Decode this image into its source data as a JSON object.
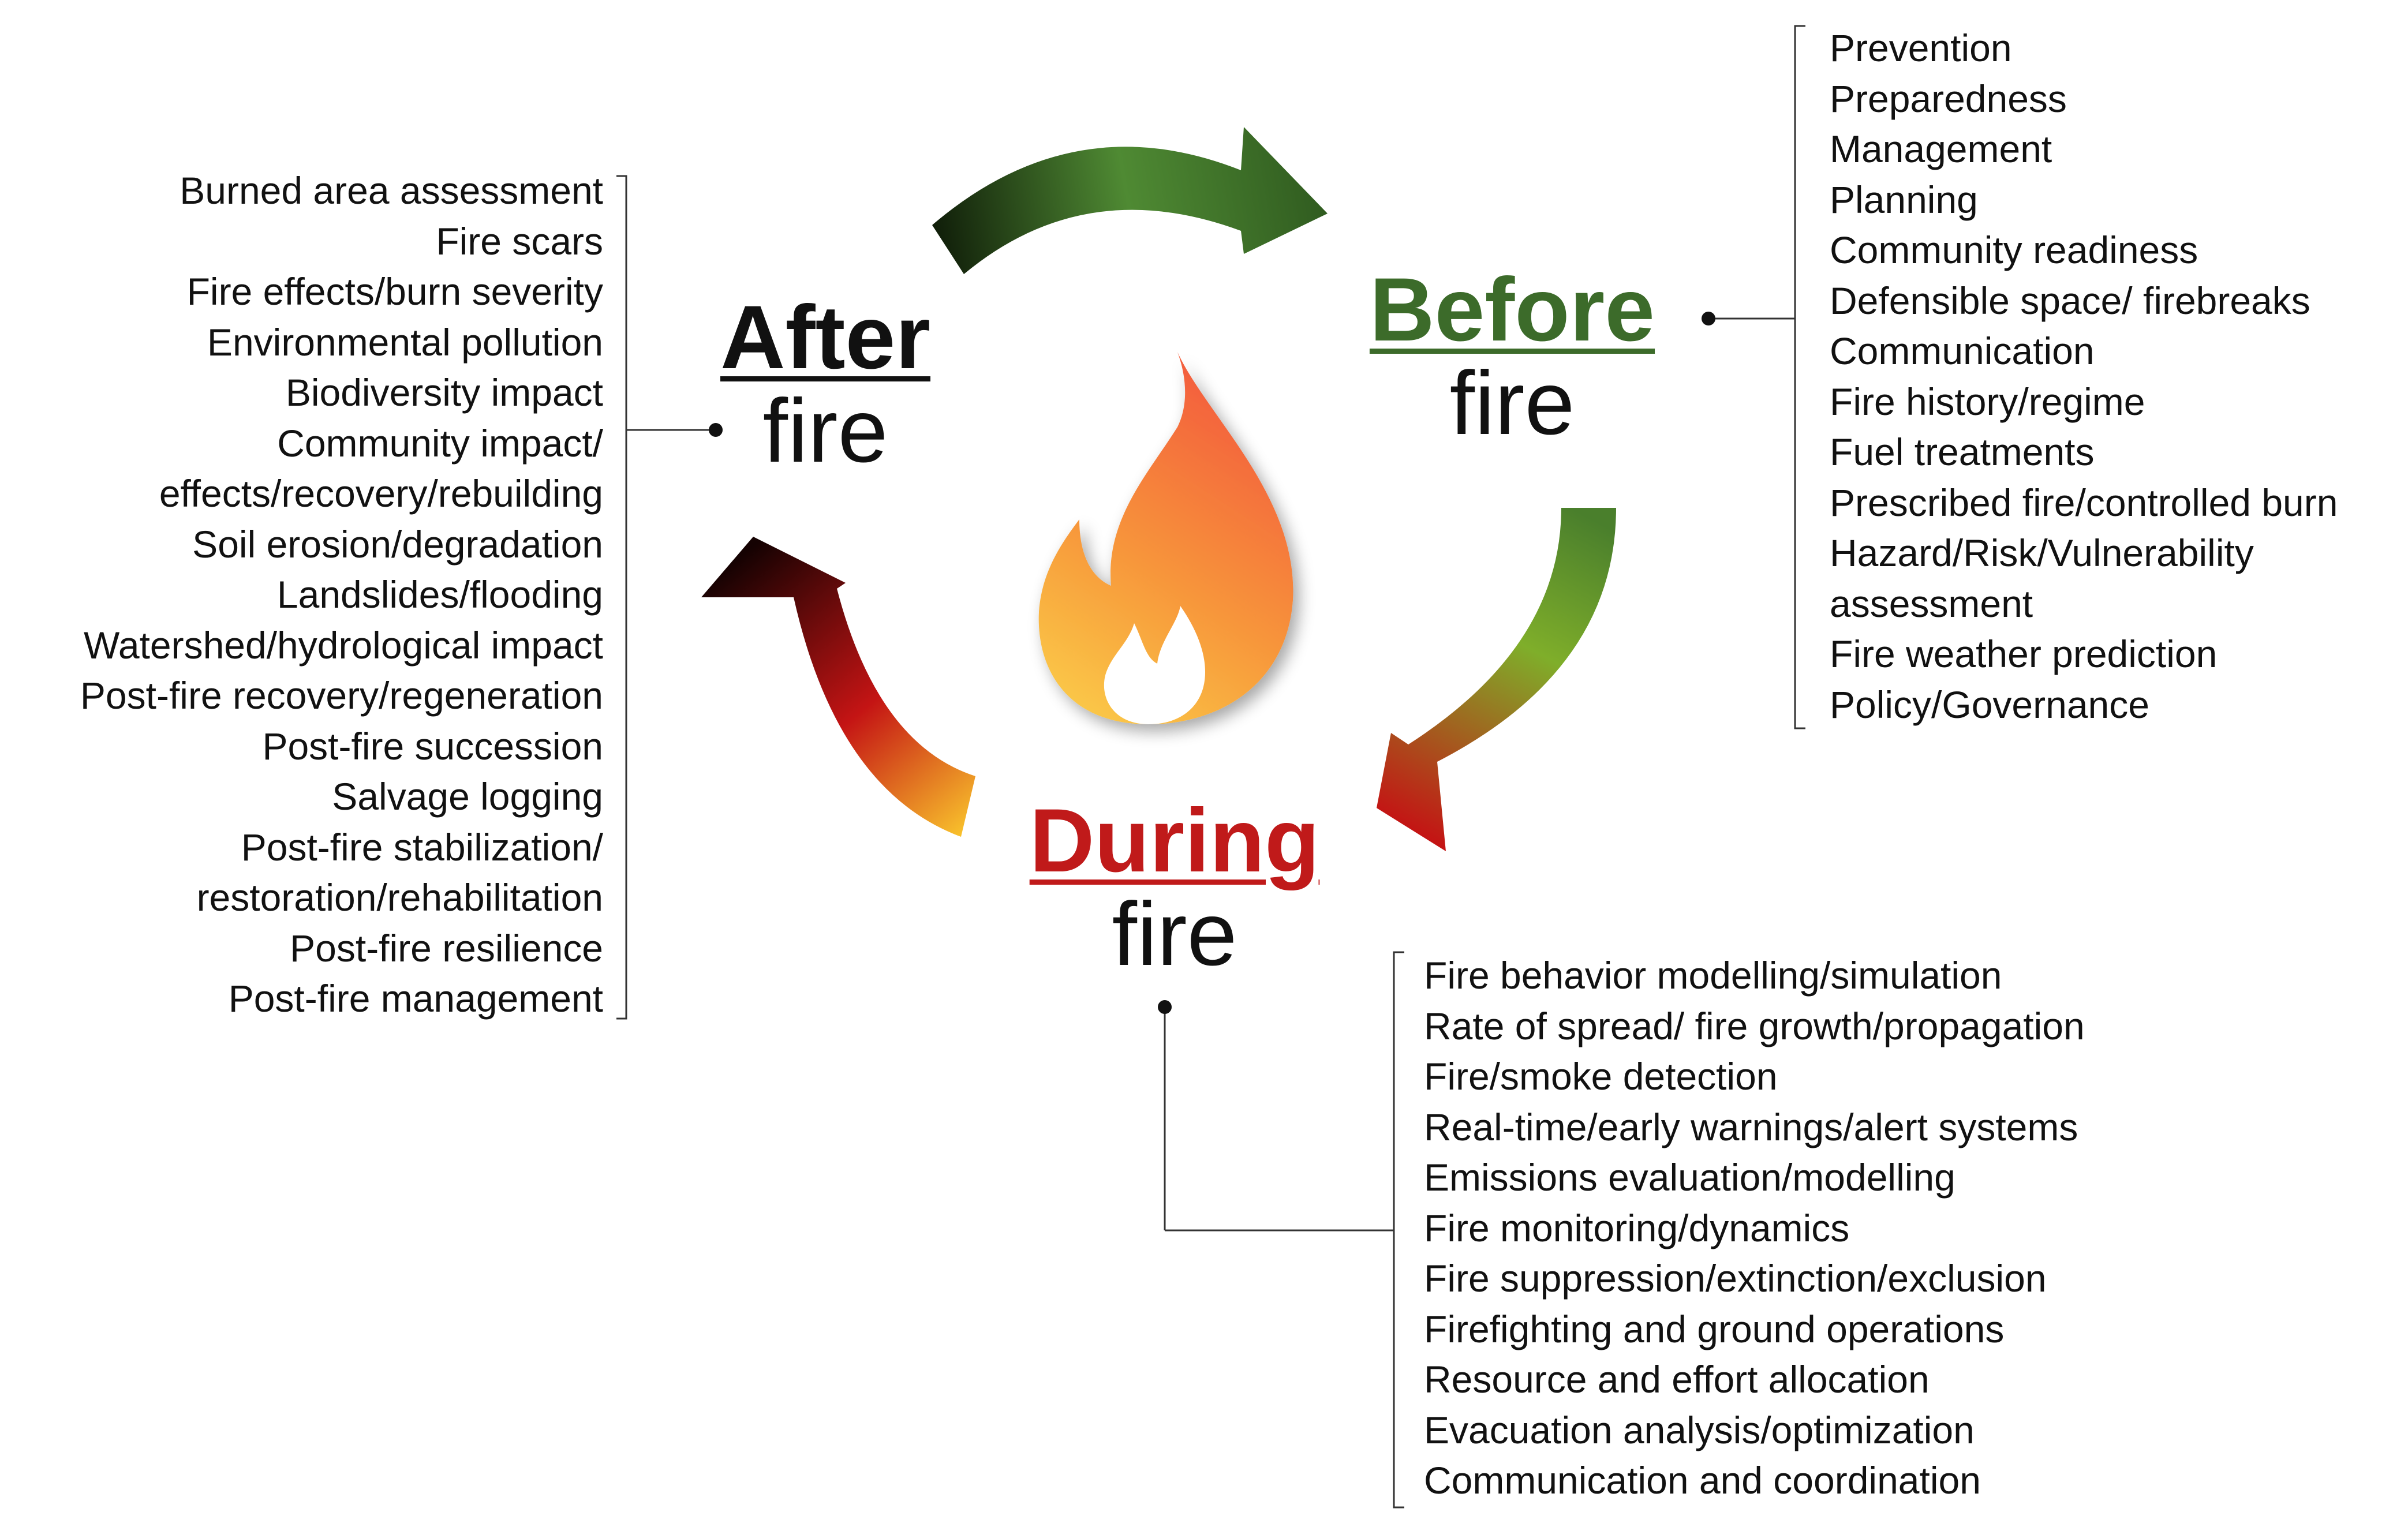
{
  "phases": {
    "after": {
      "title": "After",
      "subtitle": "fire",
      "color": "#111111"
    },
    "before": {
      "title": "Before",
      "subtitle": "fire",
      "color": "#3c6b2a"
    },
    "during": {
      "title": "During",
      "subtitle": "fire",
      "color": "#c01a1a"
    }
  },
  "lists": {
    "after": [
      "Burned area assessment",
      "Fire scars",
      "Fire effects/burn severity",
      "Environmental pollution",
      "Biodiversity impact",
      "Community impact/",
      "effects/recovery/rebuilding",
      "Soil erosion/degradation",
      "Landslides/flooding",
      "Watershed/hydrological impact",
      "Post-fire recovery/regeneration",
      "Post-fire succession",
      "Salvage logging",
      "Post-fire stabilization/",
      "restoration/rehabilitation",
      "Post-fire resilience",
      "Post-fire management"
    ],
    "before": [
      "Prevention",
      "Preparedness",
      "Management",
      "Planning",
      "Community readiness",
      "Defensible space/ firebreaks",
      "Communication",
      "Fire history/regime",
      "Fuel treatments",
      "Prescribed fire/controlled burn",
      "Hazard/Risk/Vulnerability",
      "assessment",
      "Fire weather prediction",
      "Policy/Governance"
    ],
    "during": [
      "Fire behavior modelling/simulation",
      "Rate of spread/ fire growth/propagation",
      "Fire/smoke detection",
      "Real-time/early warnings/alert systems",
      "Emissions evaluation/modelling",
      "Fire monitoring/dynamics",
      "Fire suppression/extinction/exclusion",
      "Firefighting and ground operations",
      "Resource and effort allocation",
      "Evacuation analysis/optimization",
      "Communication and coordination"
    ]
  },
  "colors": {
    "green_dark": "#1c3a14",
    "green_mid": "#4f8a33",
    "olive": "#7fae2a",
    "red": "#c41414",
    "dark_red": "#2a0505",
    "orange": "#f08a1a",
    "yellow": "#f9cc27",
    "flame_red": "#f2503d",
    "flame_orange": "#f7953a",
    "flame_yellow": "#fbd24a",
    "bracket_line": "#333333"
  },
  "icons": {
    "center": "fire-icon",
    "arrows": [
      "arrow-after-to-before",
      "arrow-before-to-during",
      "arrow-during-to-after"
    ]
  }
}
